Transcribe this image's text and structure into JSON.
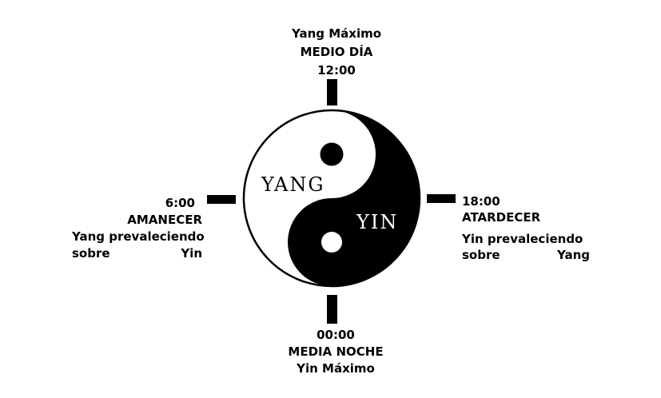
{
  "colors": {
    "background": "#ffffff",
    "ink": "#000000",
    "yang_fill": "#ffffff",
    "yin_fill": "#000000"
  },
  "labels": {
    "noon": {
      "line1": "Yang Máximo",
      "line2": "MEDIO DÍA",
      "time": "12:00"
    },
    "dawn": {
      "time": "6:00",
      "title": "AMANECER",
      "desc1": "Yang prevaleciendo",
      "desc2_left": "sobre",
      "desc2_right": "Yin"
    },
    "dusk": {
      "time": "18:00",
      "title": "ATARDECER",
      "desc1": "Yin prevaleciendo",
      "desc2_left": "sobre",
      "desc2_right": "Yang"
    },
    "midnight": {
      "time": "00:00",
      "line2": "MEDIA NOCHE",
      "line3": "Yin Máximo"
    }
  },
  "symbol": {
    "yang": "YANG",
    "yin": "YIN"
  }
}
